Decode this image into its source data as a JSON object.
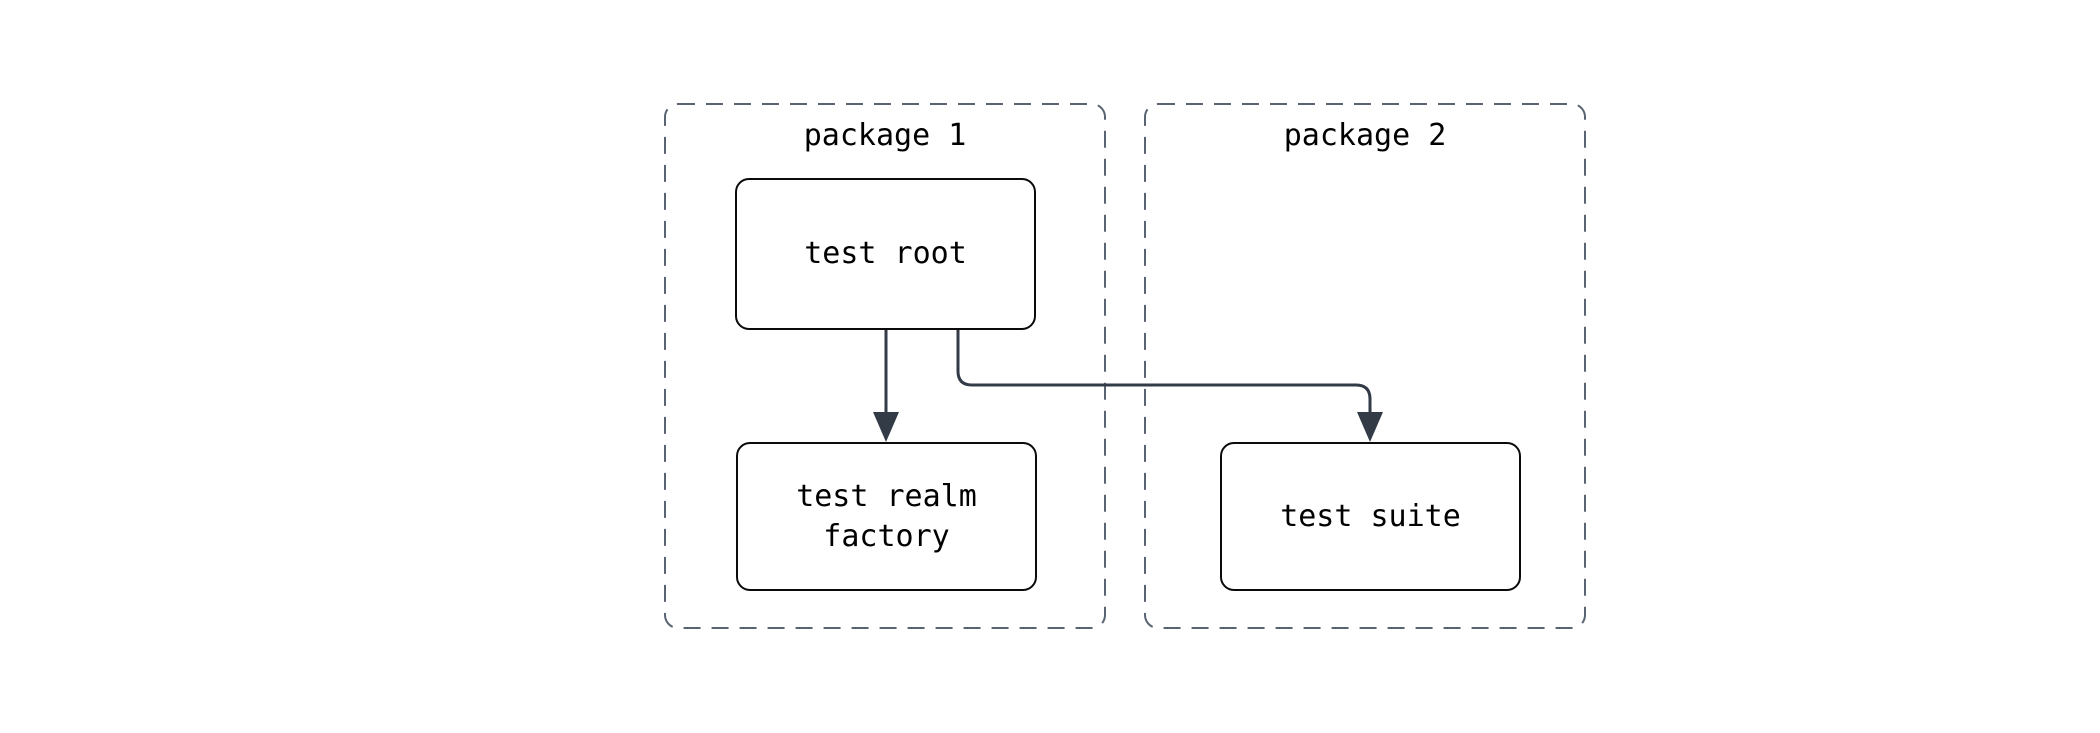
{
  "diagram": {
    "type": "flowchart",
    "background": "#ffffff",
    "clusters": [
      {
        "id": "package-1",
        "label": "package 1"
      },
      {
        "id": "package-2",
        "label": "package 2"
      }
    ],
    "nodes": [
      {
        "id": "test-root",
        "label": "test root",
        "cluster": "package 1"
      },
      {
        "id": "test-realm-factory",
        "label": "test realm factory",
        "cluster": "package 1"
      },
      {
        "id": "test-suite",
        "label": "test suite",
        "cluster": "package 2"
      }
    ],
    "edges": [
      {
        "from": "test root",
        "to": "test realm factory"
      },
      {
        "from": "test root",
        "to": "test suite"
      }
    ],
    "colors": {
      "node_border": "#0b0b0b",
      "node_fill": "#ffffff",
      "cluster_border": "#5a6372",
      "edge": "#333b47",
      "text": "#000000"
    }
  }
}
